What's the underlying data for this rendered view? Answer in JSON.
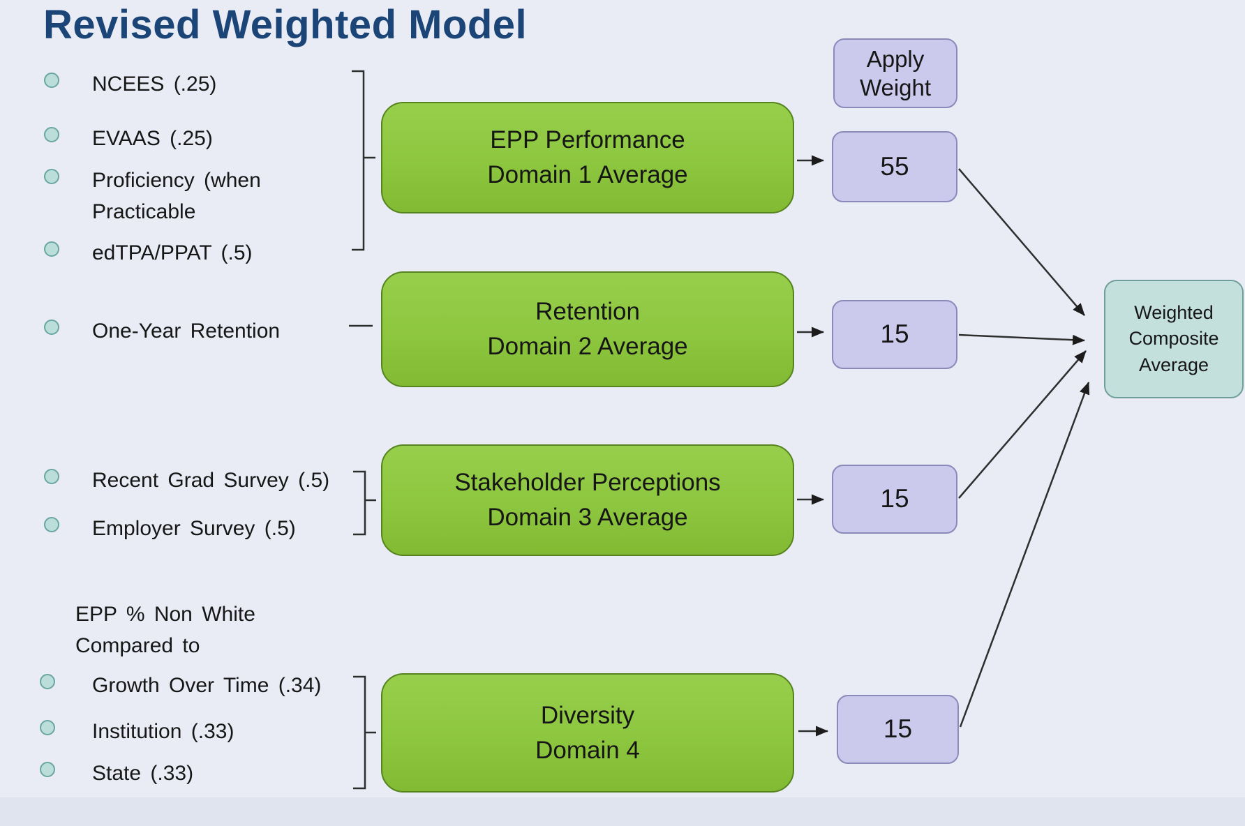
{
  "title": "Revised Weighted Model",
  "apply_weight": "Apply Weight",
  "result": "Weighted Composite Average",
  "bullets": {
    "domain1": [
      "NCEES (.25)",
      "EVAAS (.25)",
      "Proficiency (when Practicable",
      "edTPA/PPAT (.5)"
    ],
    "domain2": [
      "One-Year Retention"
    ],
    "domain3": [
      "Recent Grad Survey (.5)",
      "Employer Survey (.5)"
    ],
    "domain4_header": "EPP % Non White Compared to",
    "domain4": [
      "Growth Over Time (.34)",
      "Institution (.33)",
      "State (.33)"
    ]
  },
  "domains": [
    {
      "name": "EPP Performance",
      "subtitle": "Domain 1 Average",
      "weight": "55"
    },
    {
      "name": "Retention",
      "subtitle": "Domain 2 Average",
      "weight": "15"
    },
    {
      "name": "Stakeholder Perceptions",
      "subtitle": "Domain 3 Average",
      "weight": "15"
    },
    {
      "name": "Diversity",
      "subtitle": "Domain 4",
      "weight": "15"
    }
  ],
  "icons": {
    "bullet-icon": "hollow-teal-circle",
    "arrowhead-icon": "small-black-triangle"
  },
  "colors": {
    "bg": "#e9ecf5",
    "title-color": "#1c4577",
    "ink": "#161616",
    "line": "#2e2e2e",
    "green-fill": "#8dc63f",
    "green-border": "#55831d",
    "lav-fill": "#cbc9ec",
    "lav-border": "#8b89ba",
    "teal-fill": "#c3e0dd",
    "teal-border": "#6f9e9a",
    "dot-fill": "#bcdeda",
    "dot-border": "#69a6a1"
  }
}
